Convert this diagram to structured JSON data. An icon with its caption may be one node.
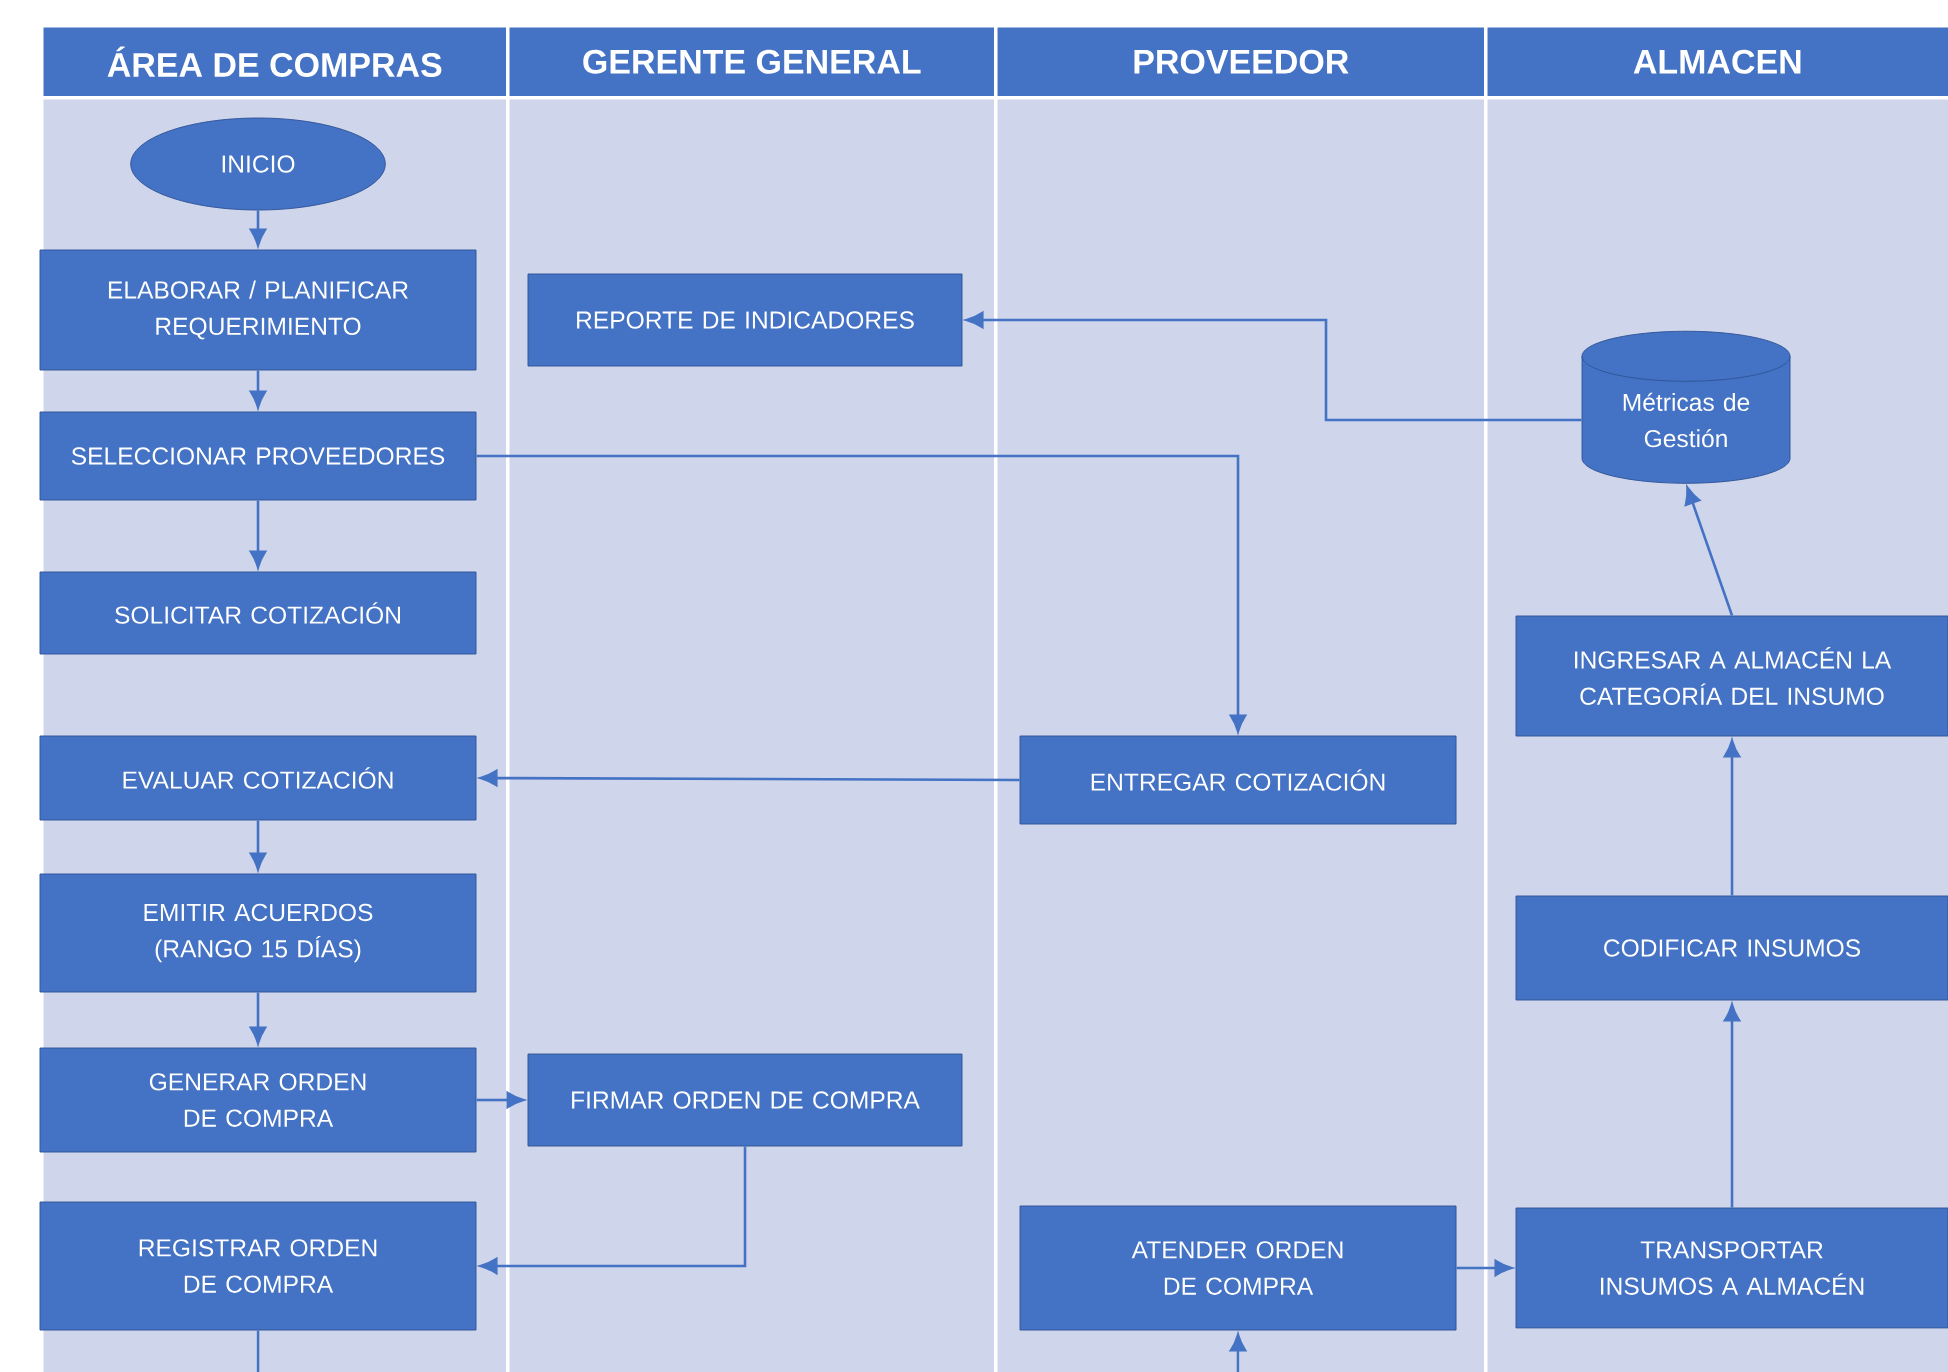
{
  "diagram": {
    "nodes": [
      {
        "text": [
          "ÁREA DE COMPRAS"
        ]
      },
      {
        "text": [
          "GERENTE GENERAL"
        ]
      },
      {
        "text": [
          "PROVEEDOR"
        ]
      },
      {
        "text": [
          "ALMACEN"
        ]
      },
      {
        "text": [
          "INICIO"
        ],
        "in": 0
      },
      {
        "text": [
          "ELABORAR / PLANIFICAR REQUERIMIENTO"
        ],
        "in": 0
      },
      {
        "text": [
          "SELECCIONAR PROVEEDORES"
        ],
        "in": 0
      },
      {
        "text": [
          "SOLICITAR COTIZACIÓN"
        ],
        "in": 0
      },
      {
        "text": [
          "EVALUAR COTIZACIÓN"
        ],
        "in": 0
      },
      {
        "text": [
          "EMITIR ACUERDOS (RANGO 15 DÍAS)"
        ],
        "in": 0
      },
      {
        "text": [
          "GENERAR ORDEN DE COMPRA"
        ],
        "in": 0
      },
      {
        "text": [
          "REGISTRAR ORDEN DE COMPRA"
        ],
        "in": 0
      },
      {
        "text": [
          "REPORTE DE INDICADORES"
        ],
        "in": 1
      },
      {
        "text": [
          "FIRMAR ORDEN DE COMPRA"
        ],
        "in": 1
      },
      {
        "text": [
          "ENTREGAR COTIZACIÓN"
        ],
        "in": 2
      },
      {
        "text": [
          "ATENDER ORDEN DE COMPRA"
        ],
        "in": 2
      },
      {
        "text": [
          "Métricas de Gestión"
        ],
        "in": 3
      },
      {
        "text": [
          "INGRESAR A ALMACÉN LA CATEGORÍA DEL INSUMO"
        ],
        "in": 3
      },
      {
        "text": [
          "CODIFICAR INSUMOS"
        ],
        "in": 3
      },
      {
        "text": [
          "TRANSPORTAR INSUMOS A ALMACÉN"
        ],
        "in": 3
      }
    ],
    "edges": [
      {
        "from": 4,
        "to": 5,
        "arrow": "to"
      },
      {
        "from": 5,
        "to": 6,
        "arrow": "to"
      },
      {
        "from": 6,
        "to": 7,
        "arrow": "to"
      },
      {
        "from": 6,
        "to": 14,
        "arrow": "to"
      },
      {
        "from": 14,
        "to": 8,
        "arrow": "to"
      },
      {
        "from": 8,
        "to": 9,
        "arrow": "to"
      },
      {
        "from": 9,
        "to": 10,
        "arrow": "to"
      },
      {
        "from": 10,
        "to": 13,
        "arrow": "to"
      },
      {
        "from": 13,
        "to": 11,
        "arrow": "to"
      },
      {
        "from": 11,
        "to": null,
        "arrow": "none"
      },
      {
        "from": null,
        "to": 15,
        "arrow": "to"
      },
      {
        "from": 15,
        "to": 19,
        "arrow": "to"
      },
      {
        "from": 19,
        "to": 18,
        "arrow": "to"
      },
      {
        "from": 18,
        "to": 17,
        "arrow": "to"
      },
      {
        "from": 17,
        "to": 16,
        "arrow": "to"
      },
      {
        "from": 16,
        "to": 12,
        "arrow": "to"
      }
    ]
  }
}
